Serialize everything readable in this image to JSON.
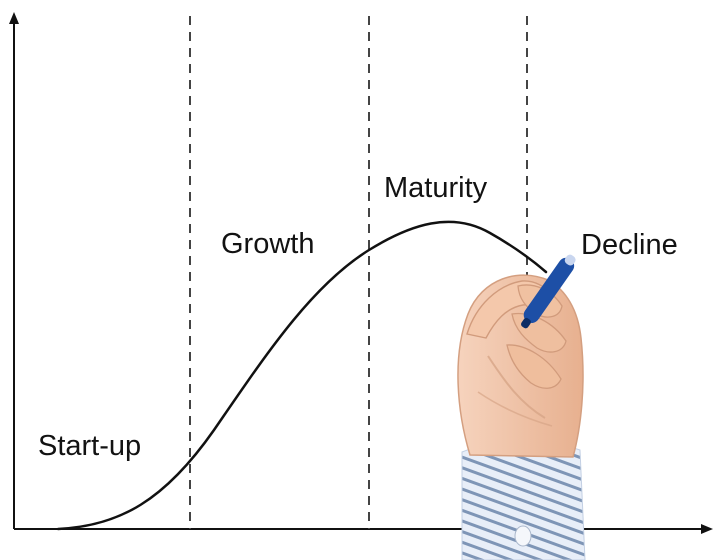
{
  "stages": [
    {
      "id": "startup",
      "label": "Start-up"
    },
    {
      "id": "growth",
      "label": "Growth"
    },
    {
      "id": "maturity",
      "label": "Maturity"
    },
    {
      "id": "decline",
      "label": "Decline"
    }
  ],
  "colors": {
    "background": "#ffffff",
    "line": "#111111",
    "divider": "#444444",
    "skin": "#f2c7aa",
    "skin_shadow": "#d9a283",
    "sleeve": "#e8eef8",
    "sleeve_stripe": "#7e95b6",
    "marker": "#1d4fa6",
    "marker_tip": "#c9d6ef"
  },
  "illustration": {
    "hand_icon": "hand-holding-marker-icon"
  }
}
